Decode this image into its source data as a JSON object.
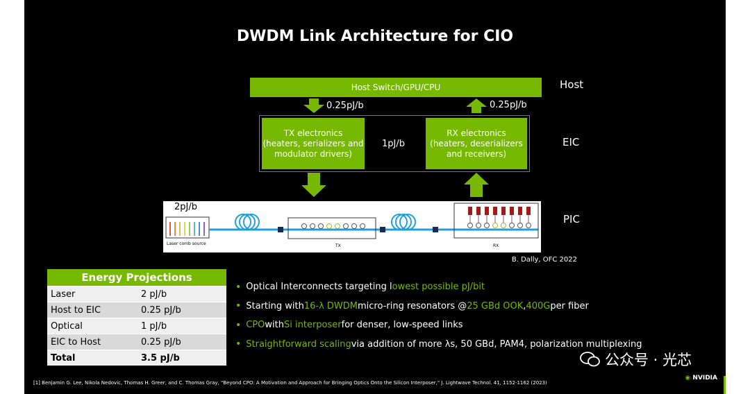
{
  "title": "DWDM Link Architecture for CIO",
  "diagram": {
    "host_bar": "Host Switch/GPU/CPU",
    "levels": [
      "Host",
      "EIC",
      "PIC"
    ],
    "down_energy": "0.25pJ/b",
    "up_energy": "0.25pJ/b",
    "link_energy": "1pJ/b",
    "pic_energy": "2pJ/b",
    "tx_lines": [
      "TX electronics",
      "(heaters, serializers and",
      "modulator drivers)"
    ],
    "rx_lines": [
      "RX electronics",
      "(heaters, deserializers",
      "and receivers)"
    ],
    "pic_labels": {
      "laser": "Laser comb source",
      "tx": "TX",
      "rx": "RX"
    },
    "citation": "B. Dally, OFC 2022",
    "colors": {
      "accent": "#76b900",
      "fiber": "#1ea0d8",
      "detector": "#a01c1c"
    }
  },
  "energy_table": {
    "header": "Energy Projections",
    "rows": [
      {
        "label": "Laser",
        "value": "2 pJ/b"
      },
      {
        "label": "Host to EIC",
        "value": "0.25 pJ/b"
      },
      {
        "label": "Optical",
        "value": "1 pJ/b"
      },
      {
        "label": "EIC to Host",
        "value": "0.25 pJ/b"
      },
      {
        "label": "Total",
        "value": "3.5 pJ/b"
      }
    ]
  },
  "bullets": [
    {
      "p1": "Optical Interconnects targeting l",
      "h1": "owest possible pJ/bit",
      "p2": "",
      "h2": "",
      "p3": "",
      "h3": "",
      "p4": ""
    },
    {
      "p1": "Starting with ",
      "h1": "16-λ DWDM",
      "p2": " micro-ring resonators @ ",
      "h2": "25 GBd OOK",
      "p3": ", ",
      "h3": "400G",
      "p4": " per fiber"
    },
    {
      "p1": "",
      "h1": "CPO",
      "p2": " with ",
      "h2": "Si interposer",
      "p3": " for denser, low-speed links",
      "h3": "",
      "p4": ""
    },
    {
      "p1": "",
      "h1": "Straightforward scaling",
      "p2": " via addition of more λs, 50 GBd, PAM4, polarization multiplexing",
      "h2": "",
      "p3": "",
      "h3": "",
      "p4": ""
    }
  ],
  "footnote": "[1]  Benjamin G. Lee, Nikola Nedovic, Thomas H. Greer, and C. Thomas Gray, \"Beyond CPO: A Motivation and Approach for Bringing Optics Onto the Silicon Interposer,\" J. Lightwave Technol. 41, 1152-1162 (2023)",
  "logo": "NVIDIA",
  "watermark": "公众号 · 光芯"
}
